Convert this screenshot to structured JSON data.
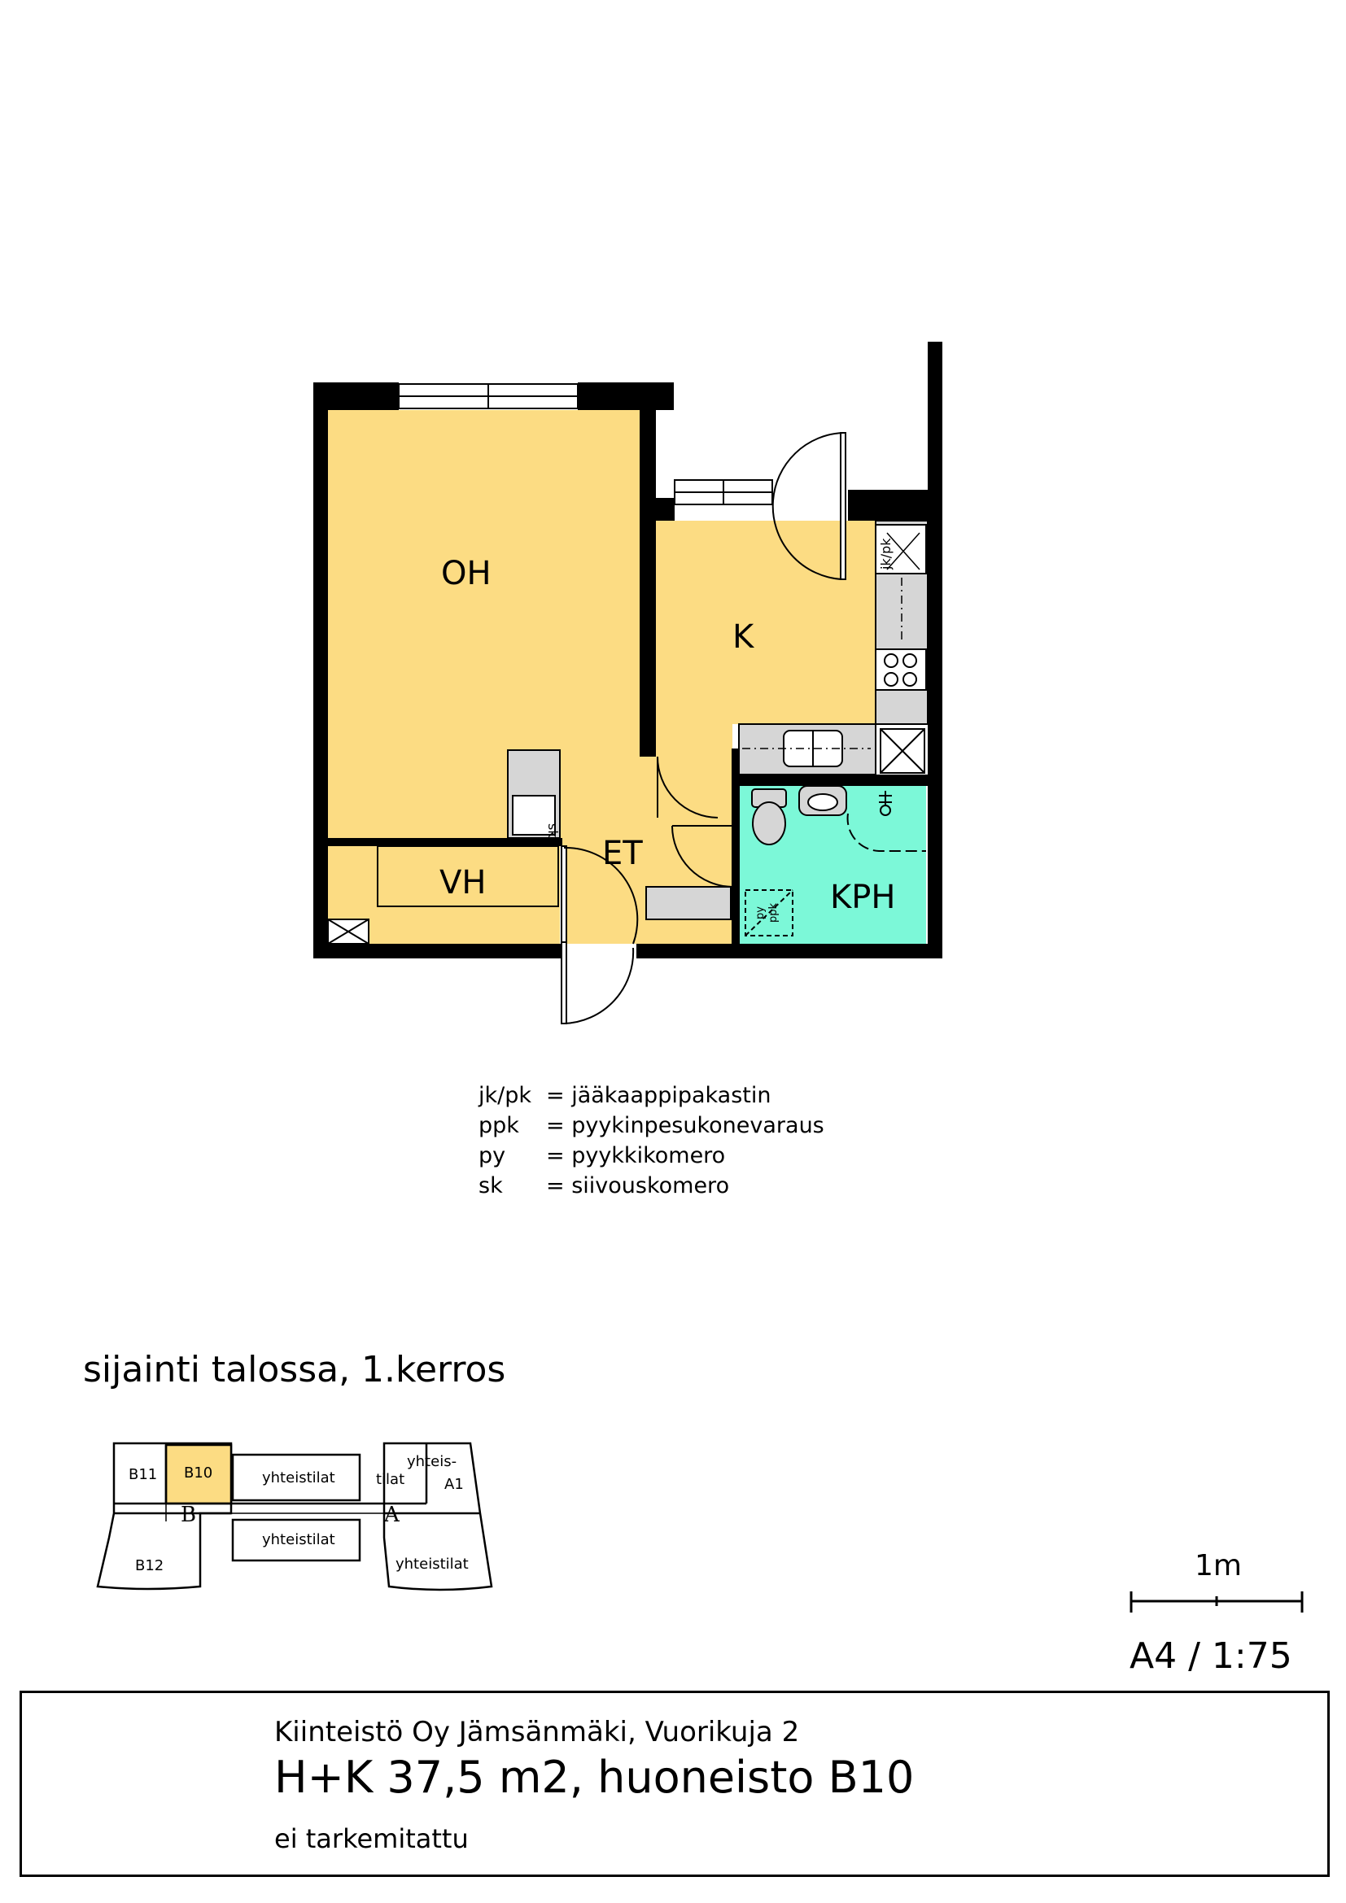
{
  "plan": {
    "rooms": {
      "oh": "OH",
      "k": "K",
      "et": "ET",
      "vh": "VH",
      "kph": "KPH"
    },
    "fixtures": {
      "fridge": "jk/pk",
      "washer": "ppk",
      "closet_py": "py",
      "closet_sk": "sk"
    },
    "colors": {
      "living": "#fcdc83",
      "bathroom": "#7cf8d8",
      "wall": "#000000",
      "counter": "#d6d6d6"
    }
  },
  "legend": [
    {
      "abbr": "jk/pk",
      "desc": "= jääkaappipakastin"
    },
    {
      "abbr": "ppk",
      "desc": "= pyykinpesukonevaraus"
    },
    {
      "abbr": "py",
      "desc": "= pyykkikomero"
    },
    {
      "abbr": "sk",
      "desc": "= siivouskomero"
    }
  ],
  "location": {
    "title": "sijainti talossa, 1.kerros",
    "units": {
      "b11": "B11",
      "b10": "B10",
      "b12": "B12",
      "a1": "A1",
      "yht1": "yhteistilat",
      "yht2": "yhteistilat",
      "yht3": "yhteistilat",
      "yht4_line1": "yhteis-",
      "yht4_line2": "tilat",
      "stair_b": "B",
      "stair_a": "A"
    }
  },
  "scale": {
    "bar_label": "1m",
    "sheet": "A4 / 1:75"
  },
  "title_block": {
    "property": "Kiinteistö Oy Jämsänmäki, Vuorikuja 2",
    "apartment": "H+K 37,5 m2, huoneisto B10",
    "note": "ei tarkemitattu"
  }
}
